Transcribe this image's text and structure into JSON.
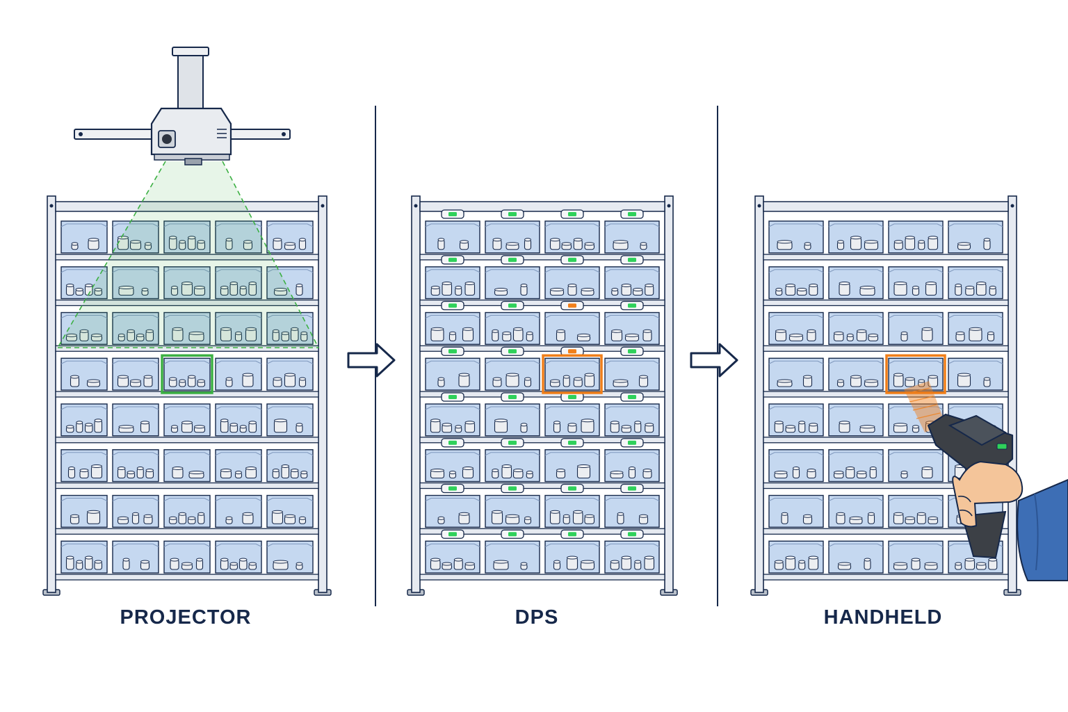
{
  "panels": [
    {
      "id": "projector",
      "label": "PROJECTOR",
      "indicator": "projected-light",
      "highlight_color": "#3cb043"
    },
    {
      "id": "dps",
      "label": "DPS",
      "indicator": "pick-to-light-module",
      "highlight_color": "#f07f1a"
    },
    {
      "id": "handheld",
      "label": "HANDHELD",
      "indicator": "barcode-scanner",
      "highlight_color": "#f07f1a"
    }
  ],
  "colors": {
    "ink": "#16284a",
    "rack_frame": "#e6eaf1",
    "bin_fill": "#c5d8f0",
    "projection_green": "#3cb043",
    "led_green": "#2fd15a",
    "pick_orange": "#f07f1a",
    "scanner_body": "#3c4046",
    "sleeve_blue": "#3d6eb5",
    "skin": "#f4c59a"
  },
  "arrows": [
    "arrow-right-icon",
    "arrow-right-icon"
  ]
}
